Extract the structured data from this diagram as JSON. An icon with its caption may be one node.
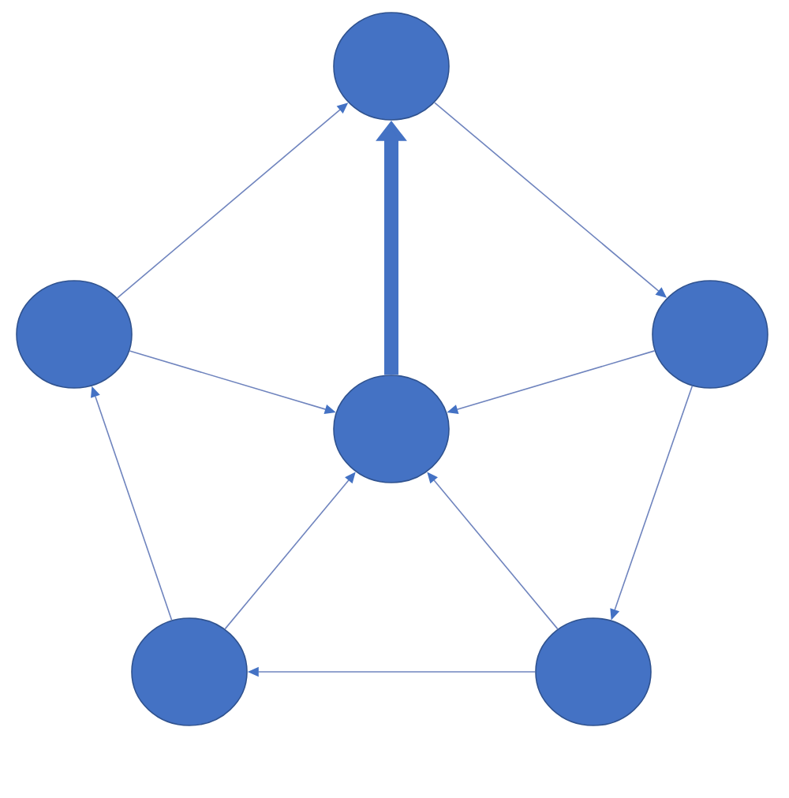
{
  "diagram": {
    "nodes": [
      {
        "text": [],
        "shape": "circle"
      },
      {
        "text": [],
        "shape": "circle"
      },
      {
        "text": [],
        "shape": "circle"
      },
      {
        "text": [],
        "shape": "circle"
      },
      {
        "text": [],
        "shape": "circle"
      },
      {
        "text": [],
        "shape": "circle"
      }
    ],
    "edges": [
      {
        "from": 1,
        "to": 0,
        "arrow": "to"
      },
      {
        "from": 0,
        "to": 2,
        "arrow": "to"
      },
      {
        "from": 3,
        "to": 0,
        "arrow": "to",
        "style": "thick"
      },
      {
        "from": 1,
        "to": 3,
        "arrow": "to"
      },
      {
        "from": 2,
        "to": 3,
        "arrow": "to"
      },
      {
        "from": 2,
        "to": 5,
        "arrow": "to"
      },
      {
        "from": 5,
        "to": 4,
        "arrow": "to"
      },
      {
        "from": 4,
        "to": 1,
        "arrow": "to"
      },
      {
        "from": 4,
        "to": 3,
        "arrow": "to"
      },
      {
        "from": 5,
        "to": 3,
        "arrow": "to"
      }
    ]
  }
}
